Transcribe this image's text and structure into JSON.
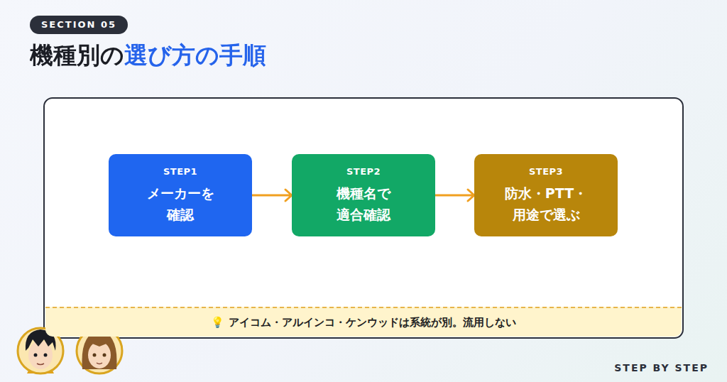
{
  "diagram": {
    "title": "機種別の選び方の手順",
    "nodes": [
      {
        "text": [
          "STEP1",
          "メーカーを 確認"
        ]
      },
      {
        "text": [
          "STEP2",
          "機種名で 適合確認"
        ]
      },
      {
        "text": [
          "STEP3",
          "防水・PTT・ 用途で選ぶ"
        ]
      },
      {
        "text": [
          "💡 アイコム・アルインコ・ケンウッドは系統が別。流用しない"
        ]
      }
    ],
    "edges": [
      {
        "from": 0,
        "to": 1,
        "arrow": "to"
      },
      {
        "from": 1,
        "to": 2,
        "arrow": "to"
      }
    ],
    "labels": [
      "SECTION 05",
      "STEP BY STEP"
    ]
  }
}
